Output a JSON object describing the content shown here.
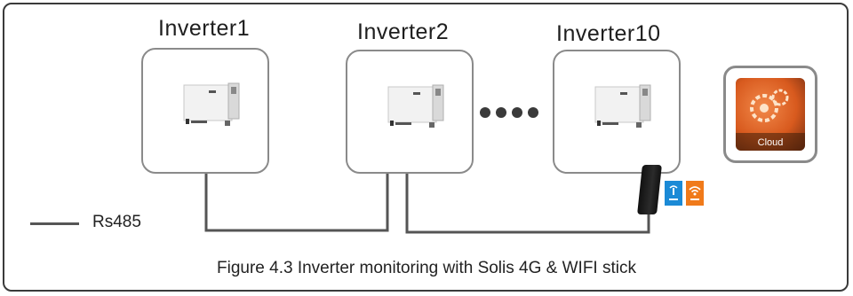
{
  "inverters": [
    {
      "label": "Inverter1"
    },
    {
      "label": "Inverter2"
    },
    {
      "label": "Inverter10"
    }
  ],
  "cloud": {
    "label": "Cloud"
  },
  "legend": {
    "label": "Rs485"
  },
  "caption": "Figure 4.3 Inverter monitoring with Solis 4G & WIFI stick",
  "colors": {
    "frame": "#3a3a3a",
    "box_border": "#8a8a8a",
    "cable": "#555555",
    "cloud_orange": "#e46a2a",
    "badge_blue": "#1b8ad6",
    "badge_orange": "#f07a1a"
  },
  "icons": [
    "inverter-icon",
    "cloud-gear-icon",
    "wifi-stick-icon",
    "signal-4g-icon",
    "wifi-icon"
  ]
}
